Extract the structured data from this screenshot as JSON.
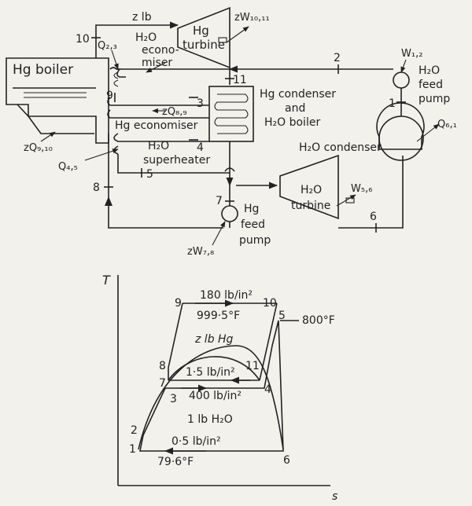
{
  "schematic": {
    "hg_boiler": "Hg boiler",
    "hg_turbine": "Hg\nturbine",
    "z_lb": "z lb",
    "h2o_economiser": "H₂O\necono-\nmiser",
    "hg_condenser": "Hg condenser\nand\nH₂O boiler",
    "hg_economiser": "Hg economiser",
    "h2o_superheater": "H₂O\nsuperheater",
    "h2o_condenser": "H₂O condenser",
    "h2o_feed_pump": "H₂O\nfeed\npump",
    "hg_feed_pump": "Hg\nfeed\npump",
    "h2o_turbine": "H₂O\nturbine",
    "zW_10_11": "zW₁₀,₁₁",
    "W_1_2": "W₁,₂",
    "Q_2_3": "Q₂,₃",
    "zQ_8_9": "zQ₈,₉",
    "zQ_9_10": "zQ₉,₁₀",
    "Q_4_5": "Q₄,₅",
    "Q_6_1": "Q₆,₁",
    "W_5_6": "W₅,₆",
    "zW_7_8": "zW₇,₈",
    "states": [
      "10",
      "2",
      "11",
      "9",
      "3",
      "1",
      "4",
      "5",
      "8",
      "7",
      "6"
    ]
  },
  "ts_diagram": {
    "axis_t": "T",
    "axis_s": "s",
    "p_180": "180 lb/in²",
    "t_999": "999·5°F",
    "z_lb_hg": "z lb Hg",
    "p_1_5": "1·5 lb/in²",
    "p_400": "400 lb/in²",
    "one_lb_h2o": "1 lb H₂O",
    "p_0_5": "0·5 lb/in²",
    "t_79": "79·6°F",
    "t_800": "800°F",
    "points": [
      "9",
      "10",
      "5",
      "8",
      "7",
      "11",
      "3",
      "4",
      "2",
      "1",
      "6"
    ]
  }
}
